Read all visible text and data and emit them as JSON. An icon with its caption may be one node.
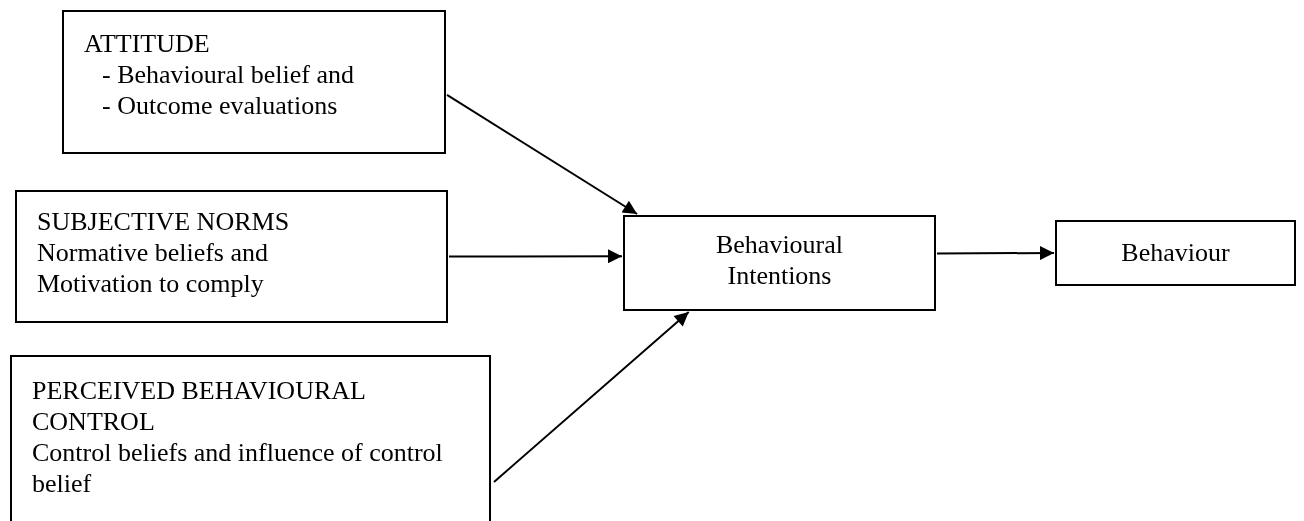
{
  "diagram": {
    "nodes": [
      {
        "text": [
          "ATTITUDE",
          "- Behavioural belief and",
          "- Outcome evaluations"
        ]
      },
      {
        "text": [
          "SUBJECTIVE NORMS",
          "Normative beliefs and Motivation to comply"
        ]
      },
      {
        "text": [
          "PERCEIVED BEHAVIOURAL CONTROL",
          "Control beliefs and influence of control belief"
        ]
      },
      {
        "text": [
          "Behavioural Intentions"
        ]
      },
      {
        "text": [
          "Behaviour"
        ]
      }
    ],
    "edges": [
      {
        "from": 0,
        "to": 3,
        "arrow": "to"
      },
      {
        "from": 1,
        "to": 3,
        "arrow": "to"
      },
      {
        "from": 2,
        "to": 3,
        "arrow": "to"
      },
      {
        "from": 3,
        "to": 4,
        "arrow": "to"
      }
    ]
  }
}
